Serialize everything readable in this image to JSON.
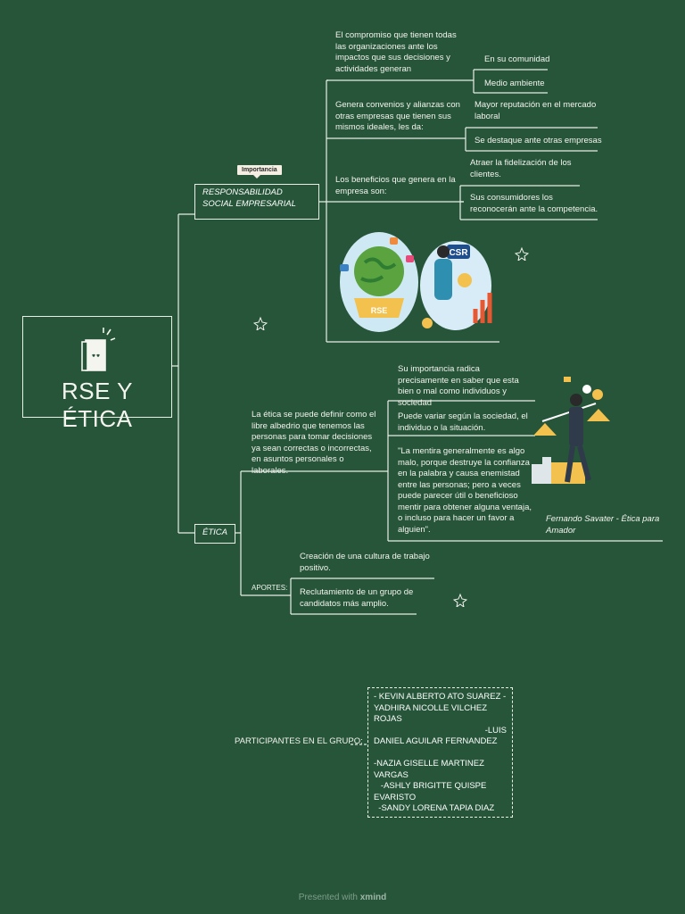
{
  "root": {
    "title": "RSE Y ÉTICA"
  },
  "rse": {
    "label": "RESPONSABILIDAD SOCIAL EMPRESARIAL",
    "tag": "Importancia",
    "items": [
      {
        "text": "El compromiso que tienen todas las organizaciones ante los impactos que sus decisiones y actividades generan",
        "children": [
          "En su comunidad",
          "Medio ambiente"
        ]
      },
      {
        "text": "Genera convenios y alianzas con otras empresas que tienen sus mismos ideales, les da:",
        "children": [
          "Mayor reputación en el mercado laboral",
          "Se destaque ante otras empresas"
        ]
      },
      {
        "text": "Los beneficios que genera en la empresa son:",
        "children": [
          "Atraer la fidelización de los clientes.",
          "Sus consumidores los reconocerán ante la competencia."
        ]
      }
    ],
    "illustration": {
      "badge_left": "RSE",
      "badge_right": "CSR"
    }
  },
  "etica": {
    "label": "ÉTICA",
    "definition": "La ética se puede definir como el libre albedrio que tenemos las personas para tomar decisiones ya sean correctas o incorrectas, en asuntos personales o laborales.",
    "children": [
      "Su importancia radica precisamente en saber que esta bien o mal como individuos y sociedad",
      "Puede variar según la sociedad, el individuo o la situación.",
      "\"La mentira generalmente es algo malo, porque destruye la confianza en la palabra y causa enemistad entre las personas; pero a veces puede parecer útil o beneficioso mentir para obtener alguna ventaja, o incluso para hacer un favor a alguien\"."
    ],
    "quote_source": "Fernando Savater - Ética para Amador",
    "aportes_label": "APORTES:",
    "aportes": [
      "Creación de una cultura de trabajo positivo.",
      "Reclutamiento de un grupo de candidatos más amplio."
    ]
  },
  "participants": {
    "label": "PARTICIPANTES EN EL GRUPO:",
    "lines": [
      "- KEVIN ALBERTO ATO SUAREZ    -",
      "YADHIRA NICOLLE VILCHEZ ROJAS",
      "-LUIS",
      "DANIEL AGUILAR FERNANDEZ",
      "",
      "-NAZIA GISELLE MARTINEZ",
      "VARGAS",
      "   -ASHLY BRIGITTE QUISPE",
      "EVARISTO",
      "  -SANDY LORENA TAPIA DIAZ"
    ]
  },
  "footer": {
    "prefix": "Presented with",
    "brand": "xmind"
  },
  "colors": {
    "background": "#26553a",
    "line": "#e9eee6",
    "text": "#f4f4ee"
  }
}
